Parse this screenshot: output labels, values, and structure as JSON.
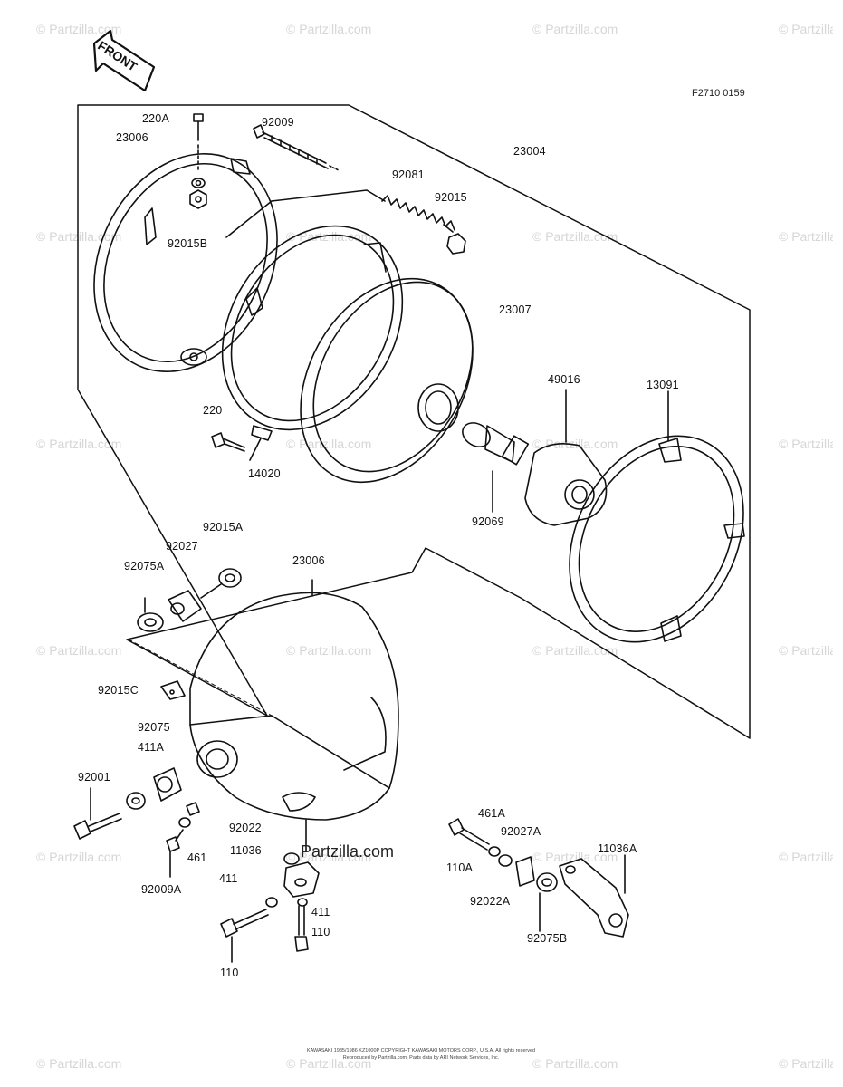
{
  "figure_id": "F2710 0159",
  "front_label": "FRONT",
  "watermark": "© Partzilla.com",
  "partzilla_stamp": "Partzilla.com",
  "footer": {
    "line1": "KAWASAKI 1985/1986 KZ1000P COPYRIGHT KAWASAKI MOTORS CORP., U.S.A. All rights reserved",
    "line2": "Reproduced by Partzilla.com, Parts data by ARI Network Services, Inc."
  },
  "parts": {
    "p220a": "220A",
    "p23006a": "23006",
    "p92009": "92009",
    "p23004": "23004",
    "p92081": "92081",
    "p92015": "92015",
    "p92015b": "92015B",
    "p23007": "23007",
    "p49016": "49016",
    "p13091": "13091",
    "p220": "220",
    "p14020": "14020",
    "p92069": "92069",
    "p92015a": "92015A",
    "p92027": "92027",
    "p92075a": "92075A",
    "p23006b": "23006",
    "p92015c": "92015C",
    "p92075": "92075",
    "p411a": "411A",
    "p92001": "92001",
    "p92022": "92022",
    "p461": "461",
    "p92009a": "92009A",
    "p11036": "11036",
    "p411b": "411",
    "p411c": "411",
    "p110a_left": "110",
    "p110b": "110",
    "p461a": "461A",
    "p92027a": "92027A",
    "p110a": "110A",
    "p92022a": "92022A",
    "p11036a": "11036A",
    "p92075b": "92075B"
  }
}
